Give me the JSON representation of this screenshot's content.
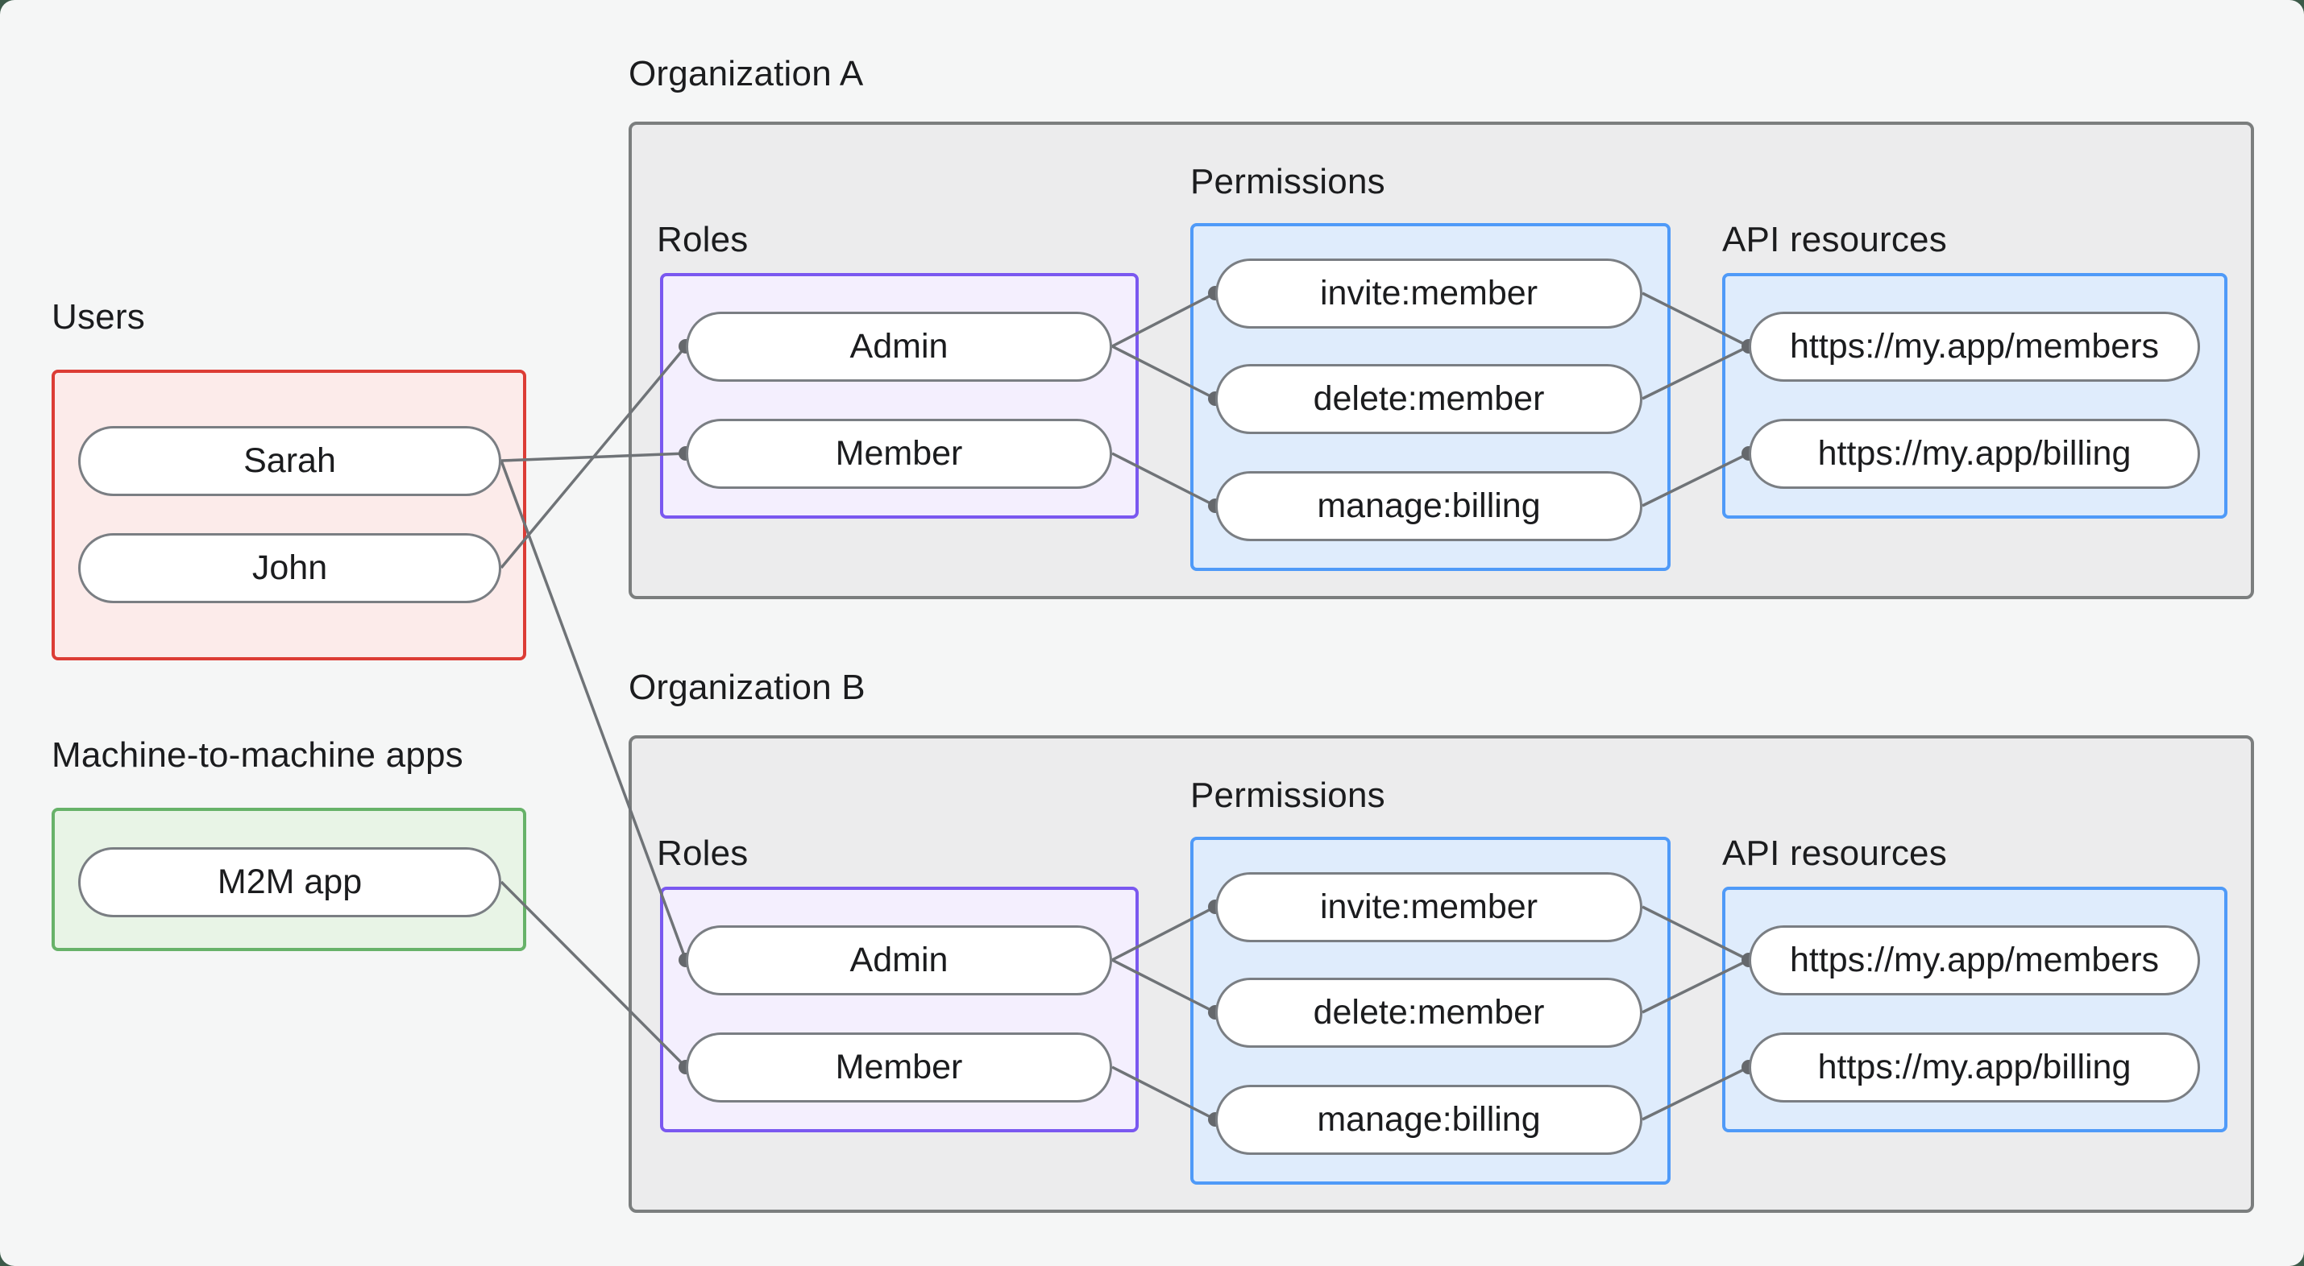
{
  "labels": {
    "users": "Users",
    "m2m_apps": "Machine-to-machine apps",
    "org_a": "Organization A",
    "org_b": "Organization B",
    "roles": "Roles",
    "permissions": "Permissions",
    "api_resources": "API resources"
  },
  "nodes": {
    "sarah": "Sarah",
    "john": "John",
    "m2m_app": "M2M app",
    "admin_a": "Admin",
    "member_a": "Member",
    "invite_a": "invite:member",
    "delete_a": "delete:member",
    "manage_a": "manage:billing",
    "members_a": "https://my.app/members",
    "billing_a": "https://my.app/billing",
    "admin_b": "Admin",
    "member_b": "Member",
    "invite_b": "invite:member",
    "delete_b": "delete:member",
    "manage_b": "manage:billing",
    "members_b": "https://my.app/members",
    "billing_b": "https://my.app/billing"
  },
  "edges": [
    {
      "from": "sarah",
      "to": "member_a"
    },
    {
      "from": "john",
      "to": "admin_a"
    },
    {
      "from": "sarah",
      "to": "admin_b"
    },
    {
      "from": "m2m_app",
      "to": "member_b"
    },
    {
      "from": "admin_a",
      "to": "invite_a"
    },
    {
      "from": "admin_a",
      "to": "delete_a"
    },
    {
      "from": "member_a",
      "to": "manage_a"
    },
    {
      "from": "invite_a",
      "to": "members_a"
    },
    {
      "from": "delete_a",
      "to": "members_a"
    },
    {
      "from": "manage_a",
      "to": "billing_a"
    },
    {
      "from": "admin_b",
      "to": "invite_b"
    },
    {
      "from": "admin_b",
      "to": "delete_b"
    },
    {
      "from": "member_b",
      "to": "manage_b"
    },
    {
      "from": "invite_b",
      "to": "members_b"
    },
    {
      "from": "delete_b",
      "to": "members_b"
    },
    {
      "from": "manage_b",
      "to": "billing_b"
    }
  ],
  "colors": {
    "outer_bg": "#3c5a49",
    "page_bg": "#f5f6f6",
    "org_fill": "#ececed",
    "org_border": "#7b7e7e",
    "users_border": "#dc3c35",
    "users_fill": "#fcebea",
    "m2m_border": "#67b269",
    "m2m_fill": "#e8f4e6",
    "roles_border": "#7a58f0",
    "roles_fill": "#f4effe",
    "perm_border": "#4f9af8",
    "perm_fill": "#dfecfc",
    "pill_border": "#7a7e83",
    "pill_fill": "#ffffff",
    "line": "#6f7377",
    "dot": "#65686c",
    "text": "#1b1c1e"
  }
}
